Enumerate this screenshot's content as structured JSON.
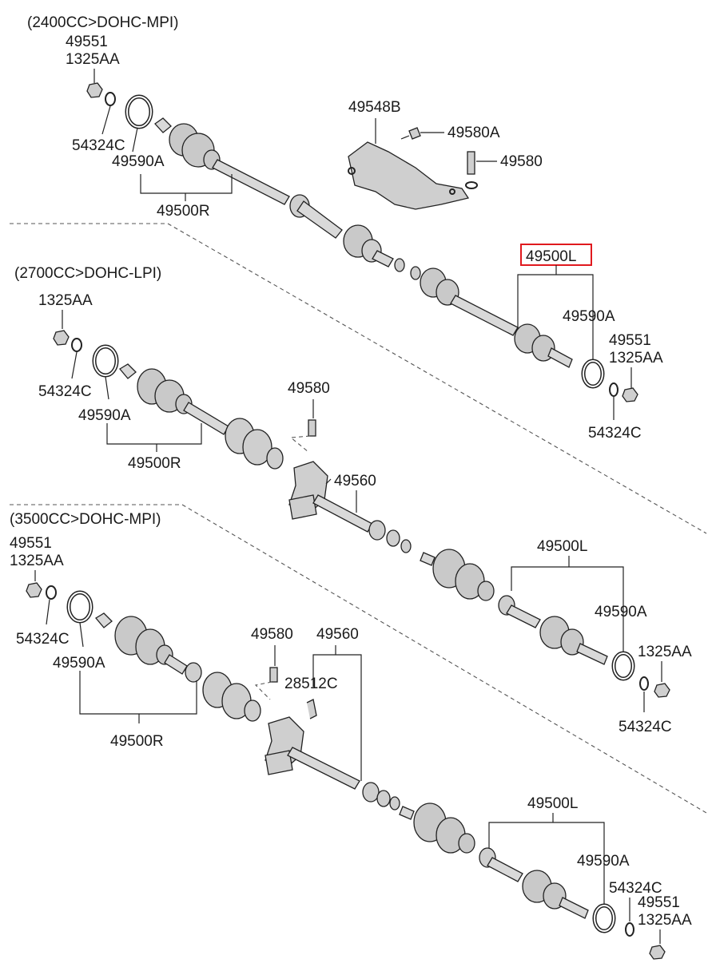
{
  "sections": [
    {
      "engine_label": "(2400CC>DOHC-MPI)",
      "labels": {
        "left_nut_a": "49551",
        "left_nut_b": "1325AA",
        "left_washer": "54324C",
        "left_ring": "49590A",
        "right_shaft": "49500R",
        "bracket": "49548B",
        "bolt_a": "49580A",
        "bolt_b": "49580",
        "left_shaft": "49500L",
        "right_ring": "49590A",
        "right_nut_a": "49551",
        "right_nut_b": "1325AA",
        "right_washer": "54324C"
      }
    },
    {
      "engine_label": "(2700CC>DOHC-LPI)",
      "labels": {
        "left_nut": "1325AA",
        "left_washer": "54324C",
        "left_ring": "49590A",
        "right_shaft": "49500R",
        "bolt": "49580",
        "bearing_bracket": "49560",
        "left_shaft": "49500L",
        "right_ring": "49590A",
        "right_nut": "1325AA",
        "right_washer": "54324C"
      }
    },
    {
      "engine_label": "(3500CC>DOHC-MPI)",
      "labels": {
        "left_nut_a": "49551",
        "left_nut_b": "1325AA",
        "left_washer": "54324C",
        "left_ring": "49590A",
        "right_shaft": "49500R",
        "bolt": "49580",
        "bearing_bracket": "49560",
        "clip": "28512C",
        "left_shaft": "49500L",
        "right_ring": "49590A",
        "right_washer": "54324C",
        "right_nut_a": "49551",
        "right_nut_b": "1325AA"
      }
    }
  ],
  "highlight": {
    "part_number": "49500L",
    "color": "#e0191e"
  }
}
